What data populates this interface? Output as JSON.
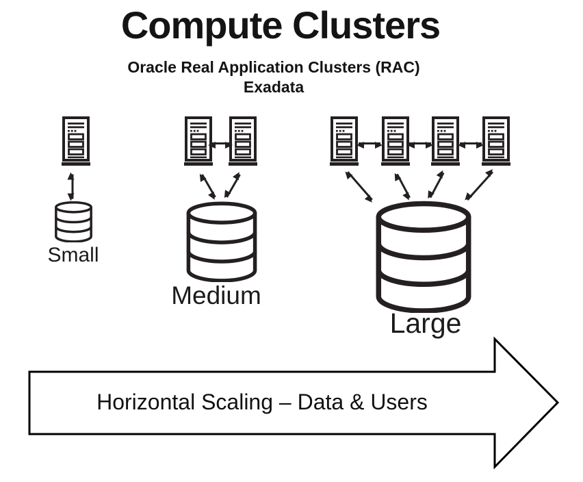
{
  "header": {
    "title": "Compute Clusters",
    "subtitle_line1": "Oracle Real Application Clusters (RAC)",
    "subtitle_line2": "Exadata"
  },
  "clusters": [
    {
      "label": "Small",
      "server_count": 1
    },
    {
      "label": "Medium",
      "server_count": 2
    },
    {
      "label": "Large",
      "server_count": 4
    }
  ],
  "scaling_arrow": {
    "label": "Horizontal Scaling – Data & Users",
    "direction": "right"
  },
  "colors": {
    "ink": "#242021",
    "background": "#ffffff"
  }
}
